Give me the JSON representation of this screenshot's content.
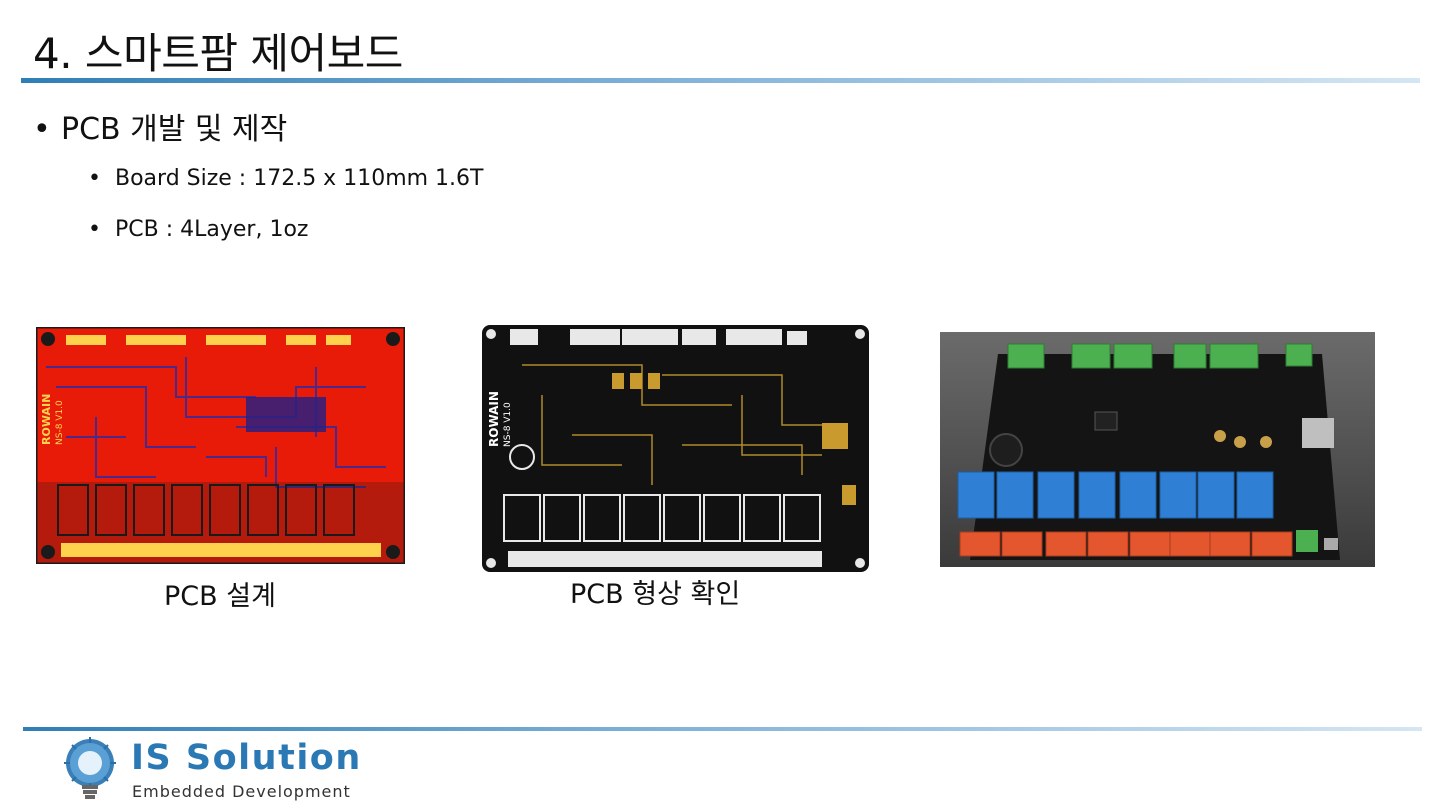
{
  "slide": {
    "title": "4. 스마트팜 제어보드",
    "bullet": "PCB 개발 및 제작",
    "subbullets": [
      "Board Size : 172.5 x 110mm 1.6T",
      "PCB : 4Layer, 1oz"
    ]
  },
  "images": {
    "design": {
      "caption": "PCB 설계",
      "silk_brand": "ROWAIN",
      "silk_model": "NS-8 V1.0"
    },
    "render": {
      "caption": "PCB 형상 확인",
      "silk_brand": "ROWAIN",
      "silk_model": "NS-8 V1.0"
    },
    "photo": {
      "caption": ""
    }
  },
  "footer": {
    "logo_name": "IS Solution",
    "logo_tagline": "Embedded Development"
  },
  "colors": {
    "accent": "#2a78b4",
    "pcb_red": "#e81b08",
    "pcb_black": "#111111",
    "relay_blue": "#2f7fd4",
    "terminal_green": "#3fa34d",
    "terminal_orange": "#e4572e"
  }
}
